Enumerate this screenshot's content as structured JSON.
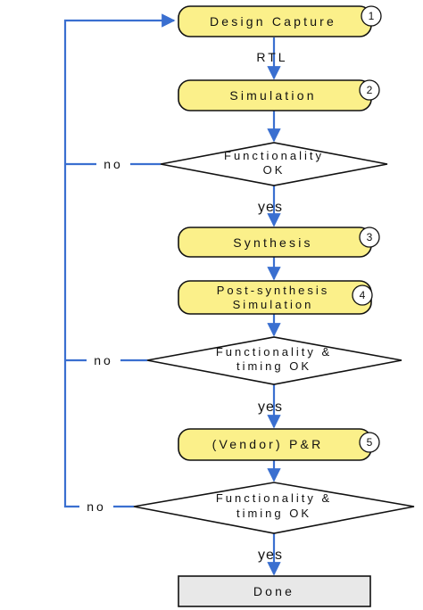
{
  "steps": {
    "design_capture": {
      "label": "Design Capture",
      "number": "1"
    },
    "simulation": {
      "label": "Simulation",
      "number": "2"
    },
    "synthesis": {
      "label": "Synthesis",
      "number": "3"
    },
    "post_synthesis": {
      "line1": "Post-synthesis",
      "line2": "Simulation",
      "number": "4"
    },
    "vendor_pr": {
      "label": "(Vendor) P&R",
      "number": "5"
    },
    "done": {
      "label": "Done"
    }
  },
  "decisions": {
    "d1": {
      "line1": "Functionality",
      "line2": "OK"
    },
    "d2": {
      "line1": "Functionality &",
      "line2": "timing OK"
    },
    "d3": {
      "line1": "Functionality &",
      "line2": "timing OK"
    }
  },
  "edge_labels": {
    "rtl": "RTL",
    "yes1": "yes",
    "yes2": "yes",
    "yes3": "yes",
    "no1": "no",
    "no2": "no",
    "no3": "no"
  },
  "colors": {
    "process_fill": "#fbf08a",
    "process_stroke": "#111111",
    "done_fill": "#e8e8e8",
    "connector": "#3a6fd0",
    "number_fill": "#ffffff"
  }
}
